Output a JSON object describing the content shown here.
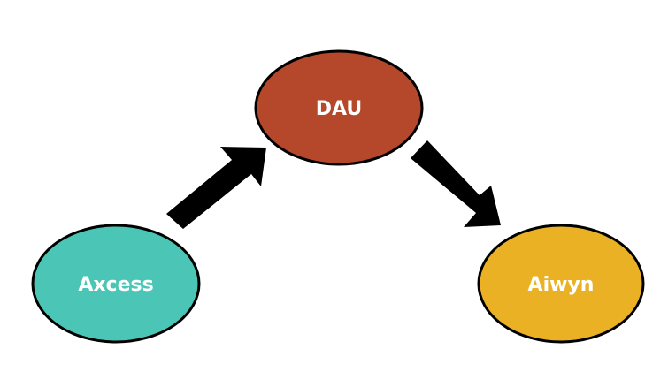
{
  "nodes": {
    "dau": {
      "label": "DAU",
      "color": "#B5472B"
    },
    "axcess": {
      "label": "Axcess",
      "color": "#4BC6B6"
    },
    "aiwyn": {
      "label": "Aiwyn",
      "color": "#EAB124"
    }
  },
  "edges": [
    {
      "from": "Axcess",
      "to": "DAU"
    },
    {
      "from": "DAU",
      "to": "Aiwyn"
    }
  ],
  "colors": {
    "arrow": "#000000",
    "outline": "#000000",
    "label": "#FFFFFF",
    "background": "#FFFFFF"
  }
}
